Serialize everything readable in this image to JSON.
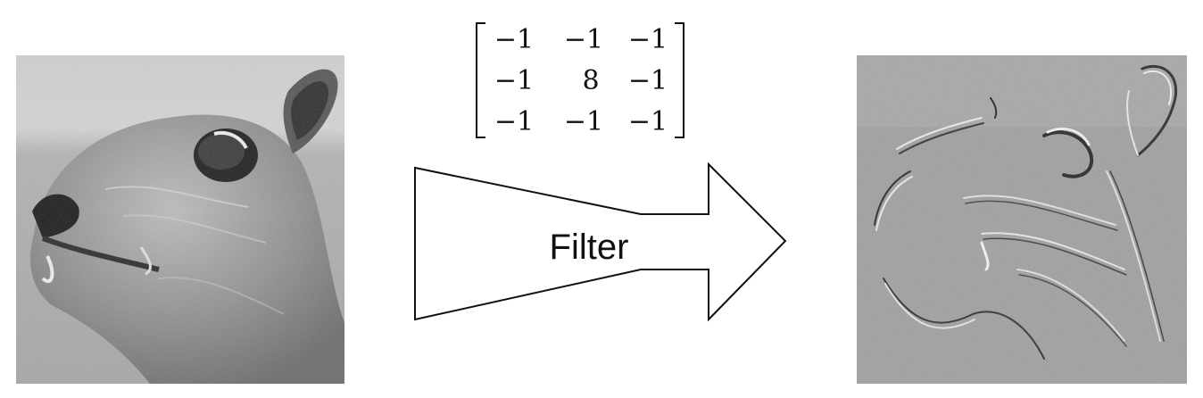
{
  "kernel": {
    "rows": [
      [
        "−1",
        "−1",
        "−1"
      ],
      [
        "−1",
        "8",
        "−1"
      ],
      [
        "−1",
        "−1",
        "−1"
      ]
    ]
  },
  "arrow": {
    "label": "Filter"
  }
}
